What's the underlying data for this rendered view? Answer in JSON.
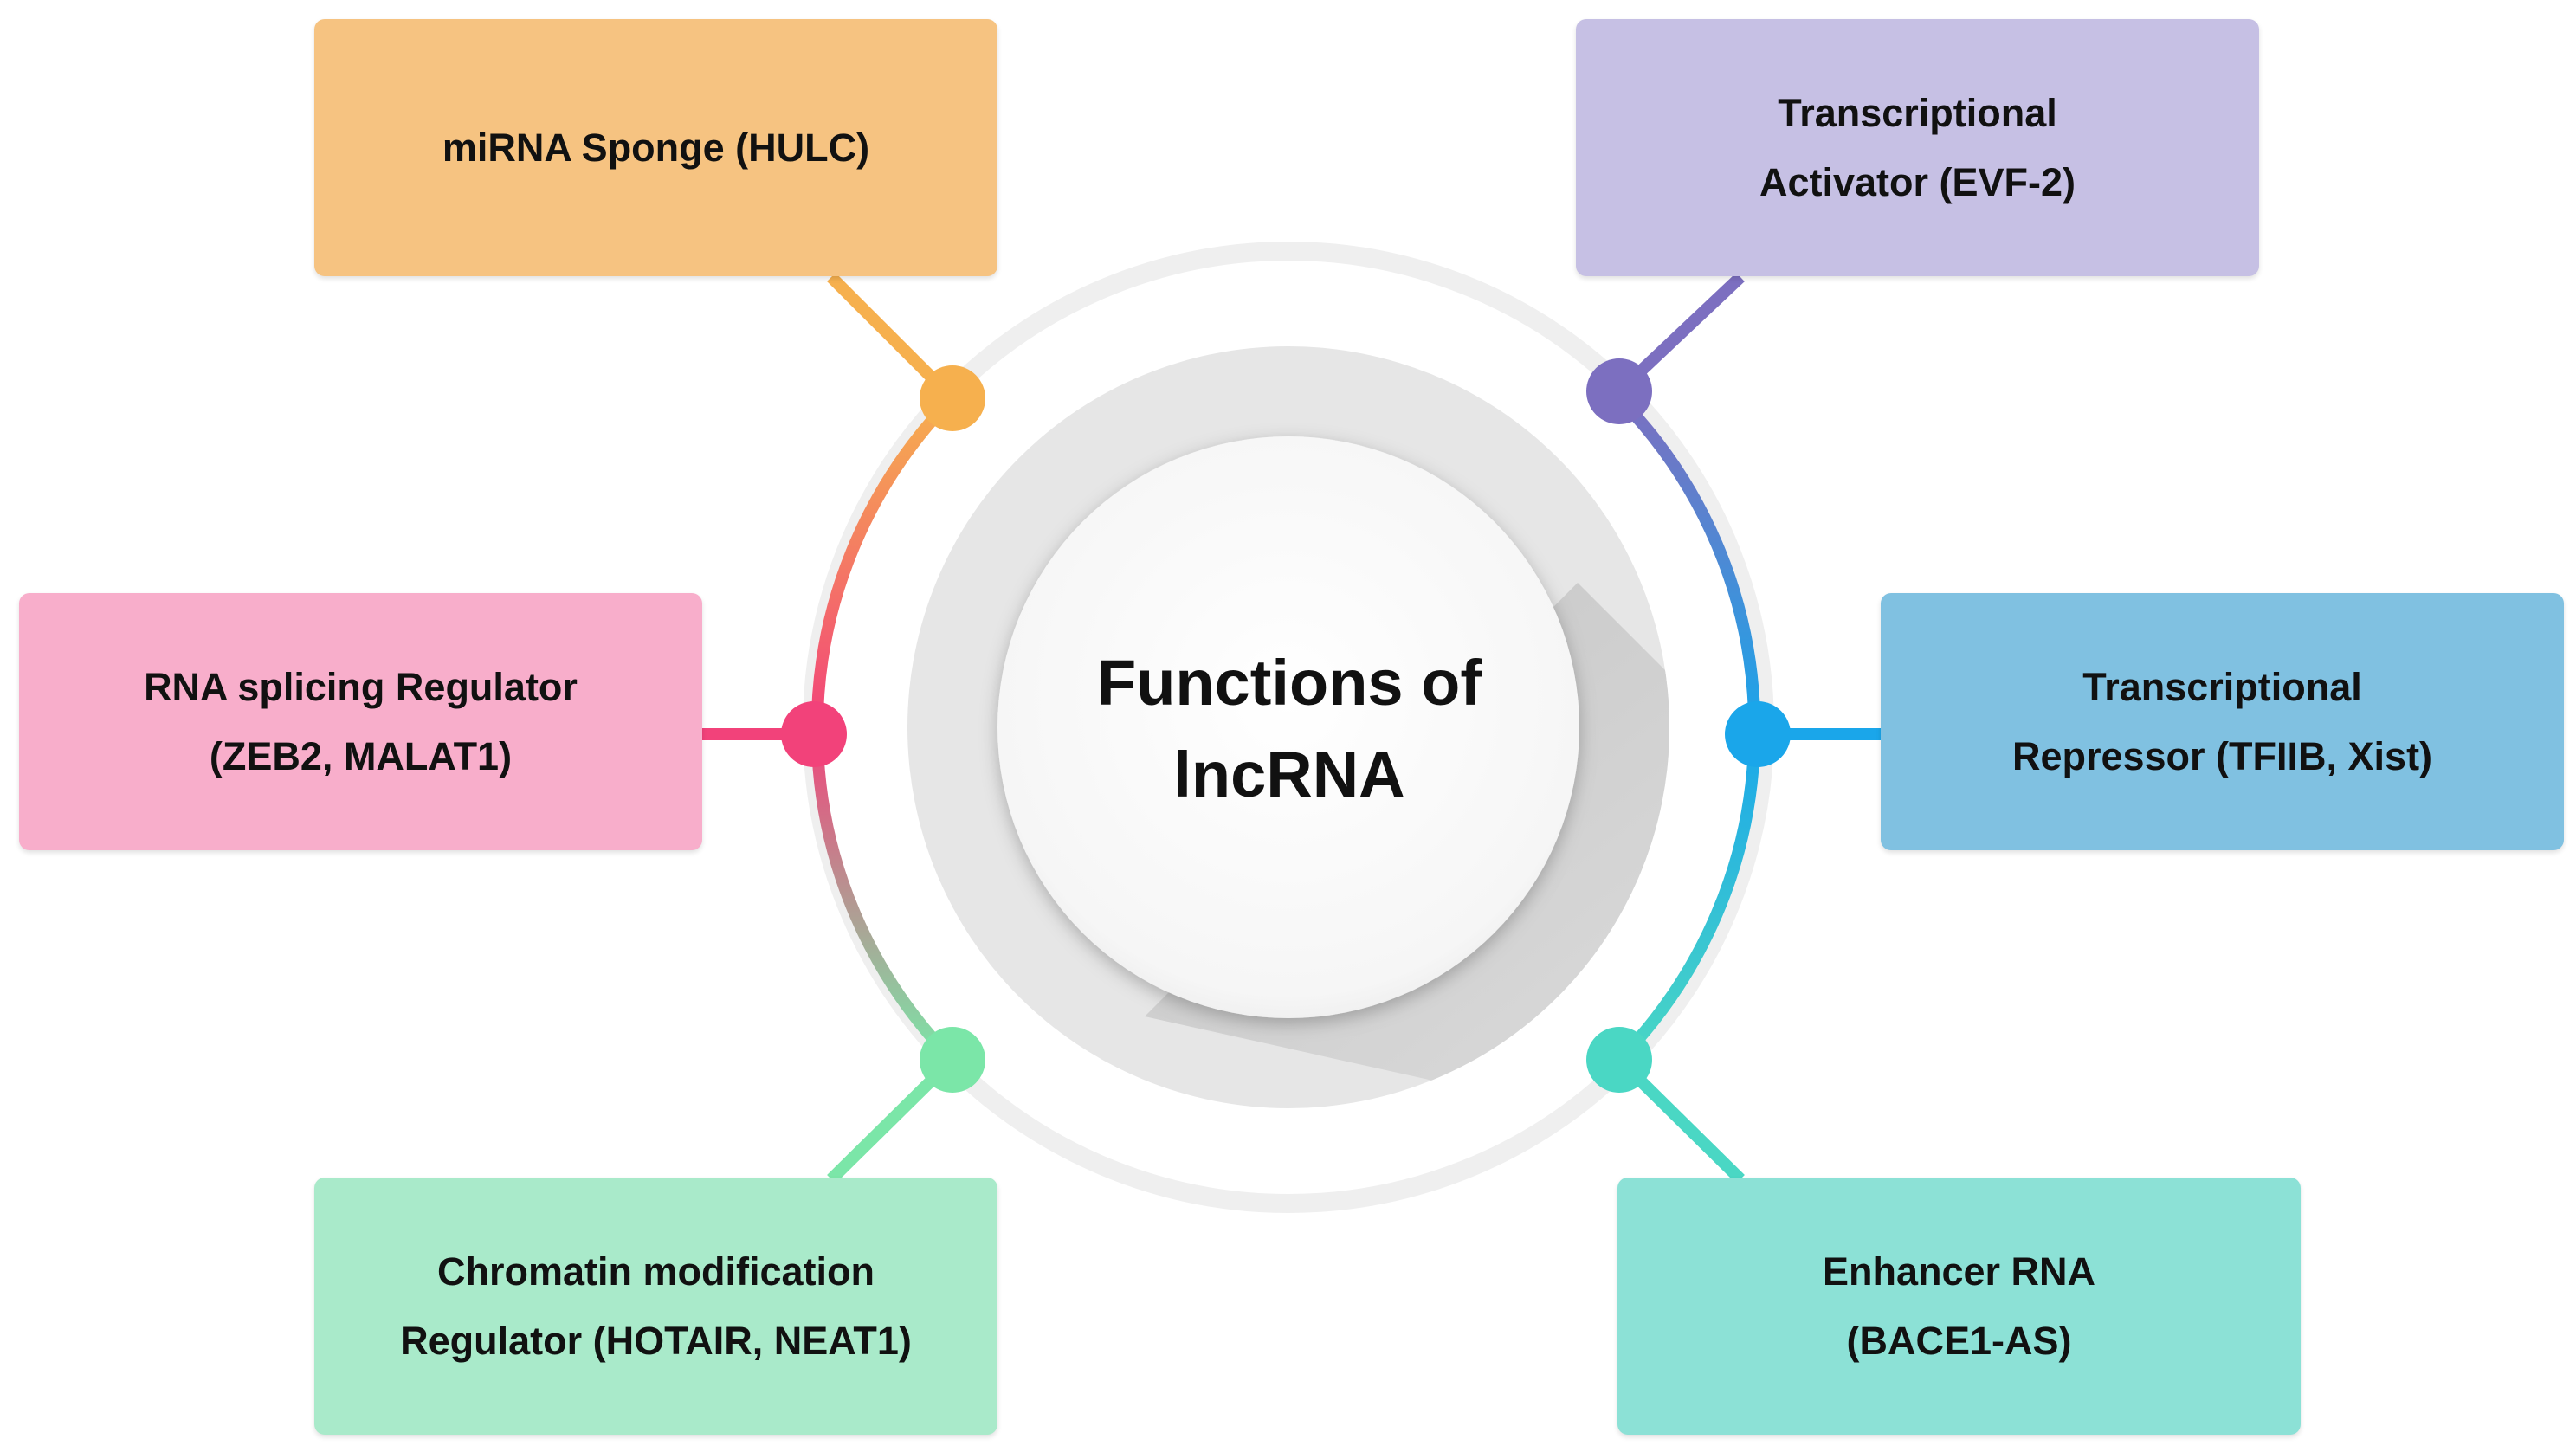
{
  "center_title": {
    "line1": "Functions of",
    "line2": "lncRNA"
  },
  "functions": [
    {
      "line1": "miRNA Sponge (HULC)",
      "line2": "",
      "color": "#F6C381",
      "node_color": "#F6B04E"
    },
    {
      "line1": "Transcriptional",
      "line2": "Activator (EVF-2)",
      "color": "#C6C0E4",
      "node_color": "#7C6FC0"
    },
    {
      "line1": "RNA splicing Regulator",
      "line2": "(ZEB2, MALAT1)",
      "color": "#F8AECB",
      "node_color": "#F2427A"
    },
    {
      "line1": "Transcriptional",
      "line2": "Repressor (TFIIB, Xist)",
      "color": "#80C1E1",
      "node_color": "#1AA6EA"
    },
    {
      "line1": "Chromatin modification",
      "line2": "Regulator (HOTAIR, NEAT1)",
      "color": "#A9EACA",
      "node_color": "#7BE6A8"
    },
    {
      "line1": "Enhancer RNA",
      "line2": "(BACE1-AS)",
      "color": "#8CE1D6",
      "node_color": "#4AD7C4"
    }
  ]
}
